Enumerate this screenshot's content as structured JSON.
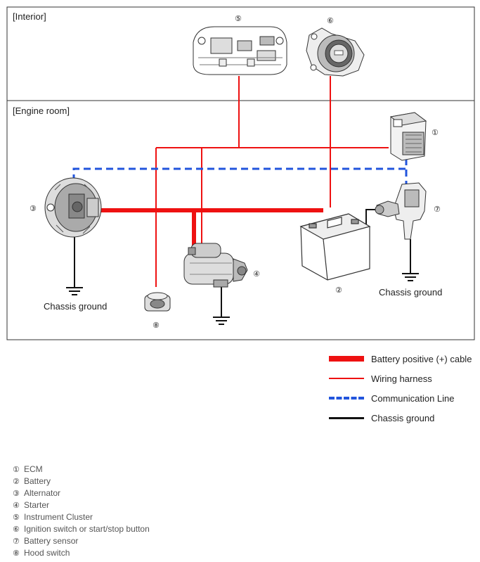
{
  "sections": {
    "interior": "[Interior]",
    "engine_room": "[Engine room]"
  },
  "components": [
    {
      "num": "①",
      "name": "ECM"
    },
    {
      "num": "②",
      "name": "Battery"
    },
    {
      "num": "③",
      "name": "Alternator"
    },
    {
      "num": "④",
      "name": "Starter"
    },
    {
      "num": "⑤",
      "name": "Instrument Cluster"
    },
    {
      "num": "⑥",
      "name": "Ignition switch or start/stop button"
    },
    {
      "num": "⑦",
      "name": "Battery sensor"
    },
    {
      "num": "⑧",
      "name": "Hood switch"
    }
  ],
  "ground_labels": {
    "alternator": "Chassis ground",
    "battery_sensor": "Chassis ground"
  },
  "legend": [
    {
      "label": "Battery positive (+) cable",
      "style": "thick-red",
      "color": "#ee1111"
    },
    {
      "label": "Wiring harness",
      "style": "thin-red",
      "color": "#ee1111"
    },
    {
      "label": "Communication Line",
      "style": "dashed-blue",
      "color": "#2255dd"
    },
    {
      "label": "Chassis ground",
      "style": "black",
      "color": "#111111"
    }
  ]
}
